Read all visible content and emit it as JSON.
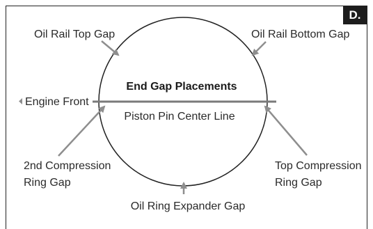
{
  "badge": "D.",
  "title": "End Gap Placements",
  "center_line_label": "Piston Pin Center Line",
  "labels": {
    "oil_rail_top": "Oil Rail Top Gap",
    "oil_rail_bottom": "Oil Rail Bottom Gap",
    "engine_front": "Engine Front",
    "second_compression_line1": "2nd Compression",
    "second_compression_line2": "Ring Gap",
    "top_compression_line1": "Top Compression",
    "top_compression_line2": "Ring Gap",
    "oil_ring_expander": "Oil Ring Expander Gap"
  },
  "colors": {
    "arrow": "#8e8e8e",
    "line": "#7a7a7a",
    "stroke": "#222222"
  }
}
